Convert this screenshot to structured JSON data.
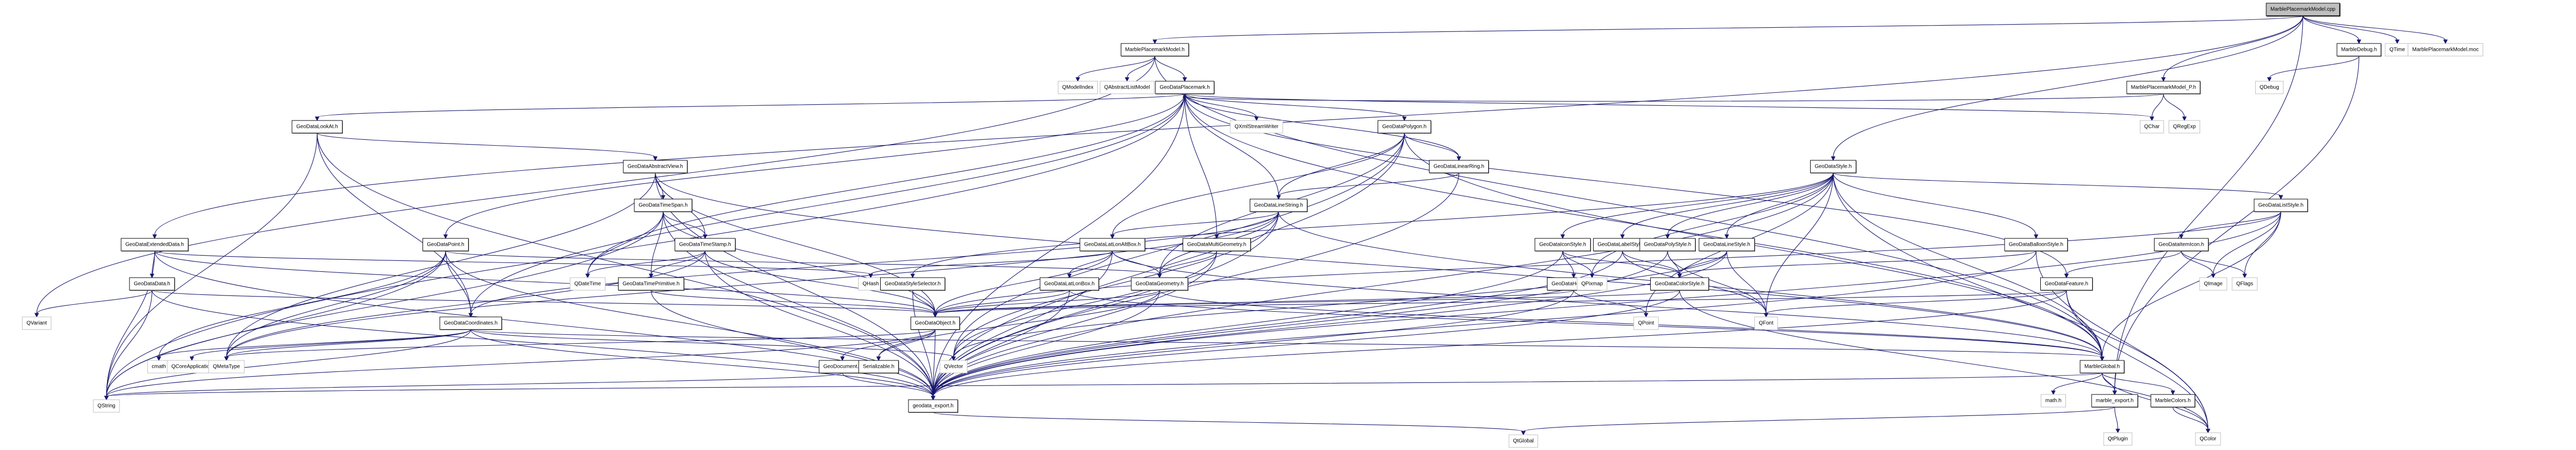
{
  "diagram": {
    "type": "include-dependency-graph",
    "root": "MarblePlacemarkModel.cpp",
    "colors": {
      "edge": "#191970",
      "root_fill": "#bfbfbf",
      "internal_border": "#000000",
      "external_border": "#bfbfbf",
      "background": "#ffffff"
    },
    "nodes": [
      {
        "id": "cpp",
        "label": "MarblePlacemarkModel.cpp",
        "kind": "root"
      },
      {
        "id": "mpm_h",
        "label": "MarblePlacemarkModel.h",
        "kind": "internal"
      },
      {
        "id": "marbledebug",
        "label": "MarbleDebug.h",
        "kind": "internal"
      },
      {
        "id": "qtime",
        "label": "QTime",
        "kind": "external"
      },
      {
        "id": "moc",
        "label": "MarblePlacemarkModel.moc",
        "kind": "external"
      },
      {
        "id": "qmodelindex",
        "label": "QModelIndex",
        "kind": "external"
      },
      {
        "id": "qabstractlistmodel",
        "label": "QAbstractListModel",
        "kind": "external"
      },
      {
        "id": "placemark",
        "label": "GeoDataPlacemark.h",
        "kind": "internal"
      },
      {
        "id": "mpm_p",
        "label": "MarblePlacemarkModel_P.h",
        "kind": "internal"
      },
      {
        "id": "qdebug",
        "label": "QDebug",
        "kind": "external"
      },
      {
        "id": "lookat",
        "label": "GeoDataLookAt.h",
        "kind": "internal"
      },
      {
        "id": "qxml",
        "label": "QXmlStreamWriter",
        "kind": "external"
      },
      {
        "id": "polygon",
        "label": "GeoDataPolygon.h",
        "kind": "internal"
      },
      {
        "id": "qchar",
        "label": "QChar",
        "kind": "external"
      },
      {
        "id": "qregexp",
        "label": "QRegExp",
        "kind": "external"
      },
      {
        "id": "abstractview",
        "label": "GeoDataAbstractView.h",
        "kind": "internal"
      },
      {
        "id": "linearring",
        "label": "GeoDataLinearRing.h",
        "kind": "internal"
      },
      {
        "id": "style",
        "label": "GeoDataStyle.h",
        "kind": "internal"
      },
      {
        "id": "timespan",
        "label": "GeoDataTimeSpan.h",
        "kind": "internal"
      },
      {
        "id": "linestring",
        "label": "GeoDataLineString.h",
        "kind": "internal"
      },
      {
        "id": "liststyle",
        "label": "GeoDataListStyle.h",
        "kind": "internal"
      },
      {
        "id": "extendeddata",
        "label": "GeoDataExtendedData.h",
        "kind": "internal"
      },
      {
        "id": "point",
        "label": "GeoDataPoint.h",
        "kind": "internal"
      },
      {
        "id": "timestamp",
        "label": "GeoDataTimeStamp.h",
        "kind": "internal"
      },
      {
        "id": "latlonaltbox",
        "label": "GeoDataLatLonAltBox.h",
        "kind": "internal"
      },
      {
        "id": "multigeometry",
        "label": "GeoDataMultiGeometry.h",
        "kind": "internal"
      },
      {
        "id": "iconstyle",
        "label": "GeoDataIconStyle.h",
        "kind": "internal"
      },
      {
        "id": "labelstyle",
        "label": "GeoDataLabelStyle.h",
        "kind": "internal"
      },
      {
        "id": "polystyle",
        "label": "GeoDataPolyStyle.h",
        "kind": "internal"
      },
      {
        "id": "linestyle",
        "label": "GeoDataLineStyle.h",
        "kind": "internal"
      },
      {
        "id": "balloonstyle",
        "label": "GeoDataBalloonStyle.h",
        "kind": "internal"
      },
      {
        "id": "itemicon",
        "label": "GeoDataItemIcon.h",
        "kind": "internal"
      },
      {
        "id": "data",
        "label": "GeoDataData.h",
        "kind": "internal"
      },
      {
        "id": "qdatetime",
        "label": "QDateTime",
        "kind": "external"
      },
      {
        "id": "timeprimitive",
        "label": "GeoDataTimePrimitive.h",
        "kind": "internal"
      },
      {
        "id": "qhash",
        "label": "QHash",
        "kind": "external"
      },
      {
        "id": "styleselector",
        "label": "GeoDataStyleSelector.h",
        "kind": "internal"
      },
      {
        "id": "latlonbox",
        "label": "GeoDataLatLonBox.h",
        "kind": "internal"
      },
      {
        "id": "geometry",
        "label": "GeoDataGeometry.h",
        "kind": "internal"
      },
      {
        "id": "hotspot",
        "label": "GeoDataHotSpot.h",
        "kind": "internal"
      },
      {
        "id": "qpixmap",
        "label": "QPixmap",
        "kind": "external"
      },
      {
        "id": "colorstyle",
        "label": "GeoDataColorStyle.h",
        "kind": "internal"
      },
      {
        "id": "feature",
        "label": "GeoDataFeature.h",
        "kind": "internal"
      },
      {
        "id": "qimage",
        "label": "QImage",
        "kind": "external"
      },
      {
        "id": "qflags",
        "label": "QFlags",
        "kind": "external"
      },
      {
        "id": "qvariant",
        "label": "QVariant",
        "kind": "external"
      },
      {
        "id": "coordinates",
        "label": "GeoDataCoordinates.h",
        "kind": "internal"
      },
      {
        "id": "object",
        "label": "GeoDataObject.h",
        "kind": "internal"
      },
      {
        "id": "qpoint",
        "label": "QPoint",
        "kind": "external"
      },
      {
        "id": "qfont",
        "label": "QFont",
        "kind": "external"
      },
      {
        "id": "cmath",
        "label": "cmath",
        "kind": "external"
      },
      {
        "id": "qcoreapp",
        "label": "QCoreApplication",
        "kind": "external"
      },
      {
        "id": "qmetatype",
        "label": "QMetaType",
        "kind": "external"
      },
      {
        "id": "geodocument",
        "label": "GeoDocument.h",
        "kind": "internal"
      },
      {
        "id": "serializable",
        "label": "Serializable.h",
        "kind": "internal"
      },
      {
        "id": "qvector",
        "label": "QVector",
        "kind": "external"
      },
      {
        "id": "marbleglobal",
        "label": "MarbleGlobal.h",
        "kind": "internal"
      },
      {
        "id": "qstring",
        "label": "QString",
        "kind": "external"
      },
      {
        "id": "geodata_export",
        "label": "geodata_export.h",
        "kind": "internal"
      },
      {
        "id": "mathh",
        "label": "math.h",
        "kind": "external"
      },
      {
        "id": "marble_export",
        "label": "marble_export.h",
        "kind": "internal"
      },
      {
        "id": "marblecolors",
        "label": "MarbleColors.h",
        "kind": "internal"
      },
      {
        "id": "qglobal",
        "label": "QtGlobal",
        "kind": "external"
      },
      {
        "id": "qtplugin",
        "label": "QtPlugin",
        "kind": "external"
      },
      {
        "id": "qcolor",
        "label": "QColor",
        "kind": "external"
      }
    ],
    "edges": [
      [
        "cpp",
        "mpm_h"
      ],
      [
        "cpp",
        "marbledebug"
      ],
      [
        "cpp",
        "qtime"
      ],
      [
        "cpp",
        "moc"
      ],
      [
        "cpp",
        "mpm_p"
      ],
      [
        "cpp",
        "style"
      ],
      [
        "cpp",
        "extendeddata"
      ],
      [
        "cpp",
        "marble_export"
      ],
      [
        "marbledebug",
        "qdebug"
      ],
      [
        "marbledebug",
        "marble_export"
      ],
      [
        "mpm_h",
        "qmodelindex"
      ],
      [
        "mpm_h",
        "qabstractlistmodel"
      ],
      [
        "mpm_h",
        "placemark"
      ],
      [
        "mpm_h",
        "qvariant"
      ],
      [
        "mpm_h",
        "marbleglobal"
      ],
      [
        "mpm_p",
        "qchar"
      ],
      [
        "mpm_p",
        "qregexp"
      ],
      [
        "mpm_p",
        "placemark"
      ],
      [
        "placemark",
        "lookat"
      ],
      [
        "placemark",
        "qxml"
      ],
      [
        "placemark",
        "polygon"
      ],
      [
        "placemark",
        "linearring"
      ],
      [
        "placemark",
        "qchar"
      ],
      [
        "placemark",
        "linestring"
      ],
      [
        "placemark",
        "multigeometry"
      ],
      [
        "placemark",
        "point"
      ],
      [
        "placemark",
        "qdatetime"
      ],
      [
        "placemark",
        "feature"
      ],
      [
        "placemark",
        "geodata_export"
      ],
      [
        "placemark",
        "qstring"
      ],
      [
        "placemark",
        "coordinates"
      ],
      [
        "placemark",
        "marbleglobal"
      ],
      [
        "lookat",
        "abstractview"
      ],
      [
        "lookat",
        "coordinates"
      ],
      [
        "lookat",
        "geodata_export"
      ],
      [
        "lookat",
        "qstring"
      ],
      [
        "abstractview",
        "timespan"
      ],
      [
        "abstractview",
        "timestamp"
      ],
      [
        "abstractview",
        "object"
      ],
      [
        "abstractview",
        "geodata_export"
      ],
      [
        "abstractview",
        "marbleglobal"
      ],
      [
        "abstractview",
        "qmetatype"
      ],
      [
        "timespan",
        "timestamp"
      ],
      [
        "timespan",
        "timeprimitive"
      ],
      [
        "timespan",
        "qdatetime"
      ],
      [
        "timespan",
        "object"
      ],
      [
        "timespan",
        "geodata_export"
      ],
      [
        "timespan",
        "qstring"
      ],
      [
        "timestamp",
        "qdatetime"
      ],
      [
        "timestamp",
        "timeprimitive"
      ],
      [
        "timestamp",
        "object"
      ],
      [
        "timestamp",
        "geodata_export"
      ],
      [
        "timestamp",
        "qmetatype"
      ],
      [
        "timeprimitive",
        "object"
      ],
      [
        "timeprimitive",
        "geodata_export"
      ],
      [
        "polygon",
        "linearring"
      ],
      [
        "polygon",
        "linestring"
      ],
      [
        "polygon",
        "latlonaltbox"
      ],
      [
        "polygon",
        "geometry"
      ],
      [
        "polygon",
        "qvector"
      ],
      [
        "polygon",
        "geodata_export"
      ],
      [
        "polygon",
        "marbleglobal"
      ],
      [
        "linearring",
        "linestring"
      ],
      [
        "linearring",
        "geodata_export"
      ],
      [
        "linestring",
        "latlonaltbox"
      ],
      [
        "linestring",
        "geometry"
      ],
      [
        "linestring",
        "coordinates"
      ],
      [
        "linestring",
        "qvector"
      ],
      [
        "linestring",
        "geodata_export"
      ],
      [
        "linestring",
        "marbleglobal"
      ],
      [
        "linestring",
        "qmetatype"
      ],
      [
        "latlonaltbox",
        "latlonbox"
      ],
      [
        "latlonaltbox",
        "object"
      ],
      [
        "latlonaltbox",
        "geometry"
      ],
      [
        "latlonaltbox",
        "geodata_export"
      ],
      [
        "latlonaltbox",
        "marbleglobal"
      ],
      [
        "latlonaltbox",
        "qhash"
      ],
      [
        "latlonbox",
        "object"
      ],
      [
        "latlonbox",
        "geodata_export"
      ],
      [
        "latlonbox",
        "marbleglobal"
      ],
      [
        "multigeometry",
        "geometry"
      ],
      [
        "multigeometry",
        "qvector"
      ],
      [
        "multigeometry",
        "geodata_export"
      ],
      [
        "geometry",
        "object"
      ],
      [
        "geometry",
        "serializable"
      ],
      [
        "geometry",
        "geodata_export"
      ],
      [
        "geometry",
        "marbleglobal"
      ],
      [
        "style",
        "iconstyle"
      ],
      [
        "style",
        "labelstyle"
      ],
      [
        "style",
        "polystyle"
      ],
      [
        "style",
        "linestyle"
      ],
      [
        "style",
        "balloonstyle"
      ],
      [
        "style",
        "liststyle"
      ],
      [
        "style",
        "styleselector"
      ],
      [
        "style",
        "qpixmap"
      ],
      [
        "style",
        "qfont"
      ],
      [
        "style",
        "qcolor"
      ],
      [
        "style",
        "geodata_export"
      ],
      [
        "style",
        "qpoint"
      ],
      [
        "style",
        "marbleglobal"
      ],
      [
        "liststyle",
        "itemicon"
      ],
      [
        "liststyle",
        "qimage"
      ],
      [
        "liststyle",
        "qflags"
      ],
      [
        "liststyle",
        "object"
      ],
      [
        "liststyle",
        "geodata_export"
      ],
      [
        "liststyle",
        "marbleglobal"
      ],
      [
        "itemicon",
        "qimage"
      ],
      [
        "itemicon",
        "qflags"
      ],
      [
        "itemicon",
        "feature"
      ],
      [
        "iconstyle",
        "hotspot"
      ],
      [
        "iconstyle",
        "qpixmap"
      ],
      [
        "iconstyle",
        "colorstyle"
      ],
      [
        "iconstyle",
        "geodata_export"
      ],
      [
        "labelstyle",
        "colorstyle"
      ],
      [
        "labelstyle",
        "qfont"
      ],
      [
        "labelstyle",
        "geodata_export"
      ],
      [
        "polystyle",
        "colorstyle"
      ],
      [
        "polystyle",
        "qfont"
      ],
      [
        "polystyle",
        "geodata_export"
      ],
      [
        "linestyle",
        "colorstyle"
      ],
      [
        "linestyle",
        "qfont"
      ],
      [
        "linestyle",
        "qvector"
      ],
      [
        "linestyle",
        "geodata_export"
      ],
      [
        "balloonstyle",
        "colorstyle"
      ],
      [
        "balloonstyle",
        "qcolor"
      ],
      [
        "balloonstyle",
        "geodata_export"
      ],
      [
        "hotspot",
        "qpoint"
      ],
      [
        "hotspot",
        "object"
      ],
      [
        "hotspot",
        "geodata_export"
      ],
      [
        "colorstyle",
        "object"
      ],
      [
        "colorstyle",
        "qcolor"
      ],
      [
        "colorstyle",
        "geodata_export"
      ],
      [
        "feature",
        "object"
      ],
      [
        "feature",
        "qfont"
      ],
      [
        "feature",
        "qcolor"
      ],
      [
        "feature",
        "geodata_export"
      ],
      [
        "feature",
        "marbleglobal"
      ],
      [
        "styleselector",
        "object"
      ],
      [
        "styleselector",
        "geodata_export"
      ],
      [
        "extendeddata",
        "data"
      ],
      [
        "extendeddata",
        "qhash"
      ],
      [
        "extendeddata",
        "object"
      ],
      [
        "extendeddata",
        "geodata_export"
      ],
      [
        "extendeddata",
        "qstring"
      ],
      [
        "data",
        "qvariant"
      ],
      [
        "data",
        "object"
      ],
      [
        "data",
        "geodata_export"
      ],
      [
        "data",
        "qstring"
      ],
      [
        "point",
        "coordinates"
      ],
      [
        "point",
        "geometry"
      ],
      [
        "point",
        "geodata_export"
      ],
      [
        "point",
        "qstring"
      ],
      [
        "point",
        "cmath"
      ],
      [
        "point",
        "qmetatype"
      ],
      [
        "coordinates",
        "cmath"
      ],
      [
        "coordinates",
        "qcoreapp"
      ],
      [
        "coordinates",
        "qmetatype"
      ],
      [
        "coordinates",
        "qvector"
      ],
      [
        "coordinates",
        "marbleglobal"
      ],
      [
        "coordinates",
        "geodata_export"
      ],
      [
        "coordinates",
        "qstring"
      ],
      [
        "object",
        "geodocument"
      ],
      [
        "object",
        "serializable"
      ],
      [
        "object",
        "geodata_export"
      ],
      [
        "object",
        "qmetatype"
      ],
      [
        "object",
        "qstring"
      ],
      [
        "geodocument",
        "geodata_export"
      ],
      [
        "geodocument",
        "qstring"
      ],
      [
        "marbleglobal",
        "mathh"
      ],
      [
        "marbleglobal",
        "marble_export"
      ],
      [
        "marbleglobal",
        "marblecolors"
      ],
      [
        "marbleglobal",
        "qcolor"
      ],
      [
        "marbleglobal",
        "qstring"
      ],
      [
        "marble_export",
        "qtplugin"
      ],
      [
        "marble_export",
        "qglobal"
      ],
      [
        "marblecolors",
        "qcolor"
      ],
      [
        "geodata_export",
        "qglobal"
      ]
    ]
  }
}
